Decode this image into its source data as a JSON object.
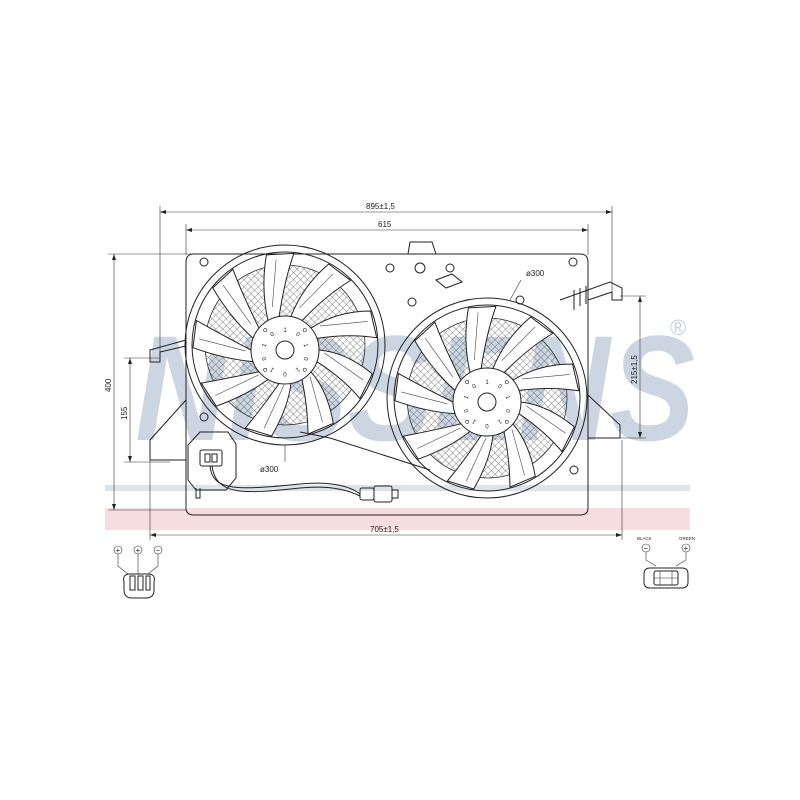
{
  "watermark": {
    "brand": "NISSENS",
    "registered": "®",
    "color": "#c3d0de",
    "band_color": "#f6dde0"
  },
  "dimensions": {
    "overall_width": "895±1,5",
    "frame_width": "615",
    "bottom_width": "705±1,5",
    "height": "400",
    "mount_height": "155",
    "side_height": "215±1,5",
    "fan_left_diameter": "ø300",
    "fan_right_diameter": "ø300"
  },
  "hub_labels": [
    "1",
    "0",
    "1",
    "0",
    "1",
    "0",
    "1",
    "0",
    "1",
    "0"
  ],
  "connector_left": {
    "pins": [
      "+",
      "+",
      "−"
    ]
  },
  "connector_right": {
    "labels": [
      "BLACK",
      "GREEN"
    ],
    "pins": [
      "−",
      "+"
    ]
  }
}
